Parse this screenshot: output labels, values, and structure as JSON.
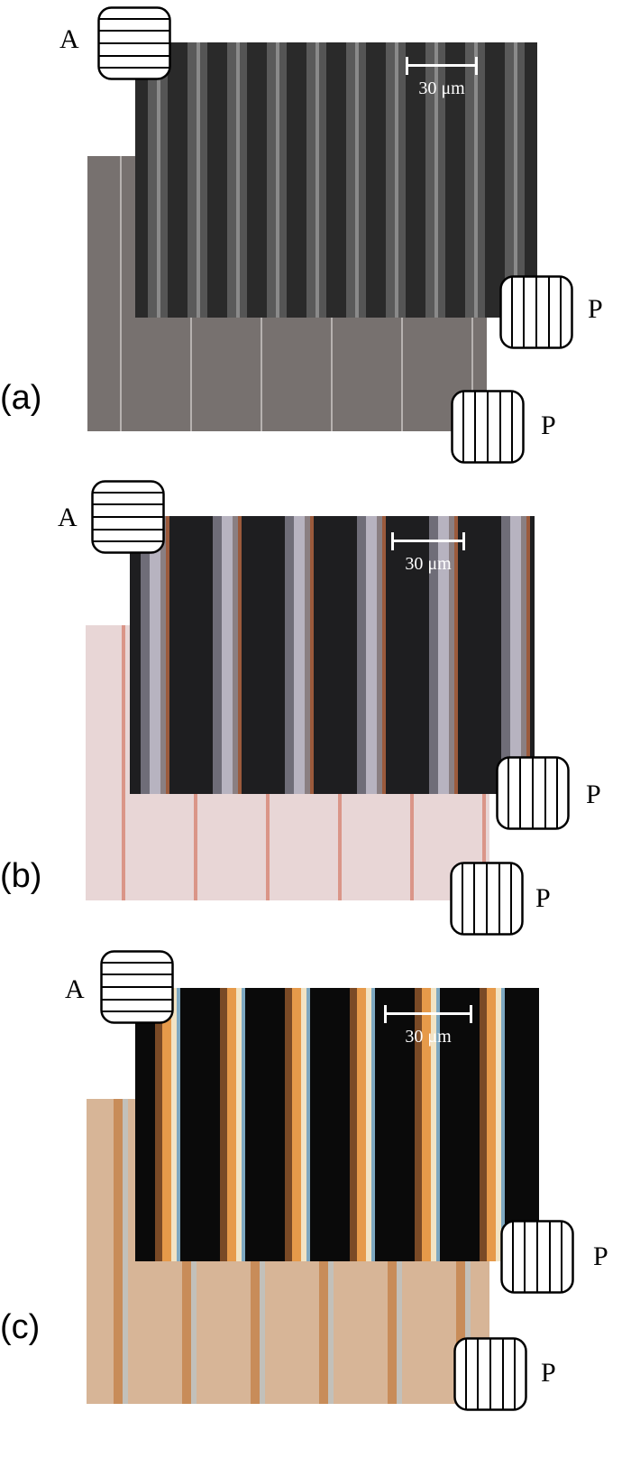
{
  "panels": [
    {
      "label": "(a)",
      "analyzer_label": "A",
      "polarizer_label_top": "P",
      "polarizer_label_bottom": "P",
      "scale_bar": "30 μm",
      "colors": {
        "back": "#77716f",
        "front_dark": "#2a2a2a",
        "front_light": "#8a8a8a",
        "line": "#a8a4a2"
      }
    },
    {
      "label": "(b)",
      "analyzer_label": "A",
      "polarizer_label_top": "P",
      "polarizer_label_bottom": "P",
      "scale_bar": "30 μm",
      "colors": {
        "back": "#e8d6d6",
        "front_dark": "#1e1e20",
        "front_light": "#b7b3c0",
        "line": "#d88a7a"
      }
    },
    {
      "label": "(c)",
      "analyzer_label": "A",
      "polarizer_label_top": "P",
      "polarizer_label_bottom": "P",
      "scale_bar": "30 μm",
      "colors": {
        "back": "#d7b597",
        "front_dark": "#0a0a0a",
        "front_light": "#e69a4a",
        "line": "#c27a3f"
      }
    }
  ]
}
